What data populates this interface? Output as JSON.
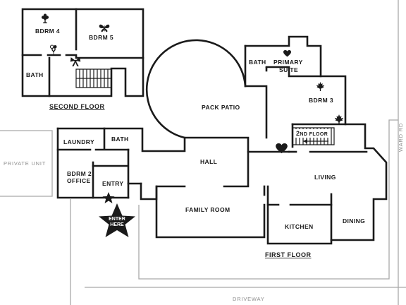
{
  "rooms": {
    "bdrm4": "BDRM 4",
    "bdrm5": "BDRM 5",
    "bath_second": "BATH",
    "bath_primary": "BATH",
    "primary_line1": "PRIMARY",
    "primary_line2": "SUITE",
    "pack_patio": "PACK PATIO",
    "bdrm3": "BDRM 3",
    "laundry": "LAUNDRY",
    "bath_first": "BATH",
    "bdrm2_line1": "BDRM 2",
    "bdrm2_line2": "OFFICE",
    "entry": "ENTRY",
    "hall": "HALL",
    "living": "LIVING",
    "family_room": "FAMILY ROOM",
    "kitchen": "KITCHEN",
    "dining": "DINING"
  },
  "floors": {
    "second": "SECOND FLOOR",
    "first": "FIRST FLOOR"
  },
  "stairs_label": {
    "prefix": "2",
    "suffix": "ND FLOOR"
  },
  "enter_star": {
    "line1": "ENTER",
    "line2": "HERE"
  },
  "streets": {
    "ward_rd": "WARD RD",
    "driveway": "DRIVEWAY",
    "private_unit": "PRIVATE UNIT"
  },
  "icons": [
    "tree-icon",
    "butterfly-icon",
    "balloons-icon",
    "bow-icon",
    "heart-icon",
    "maple-leaf-icon",
    "star-icon"
  ]
}
